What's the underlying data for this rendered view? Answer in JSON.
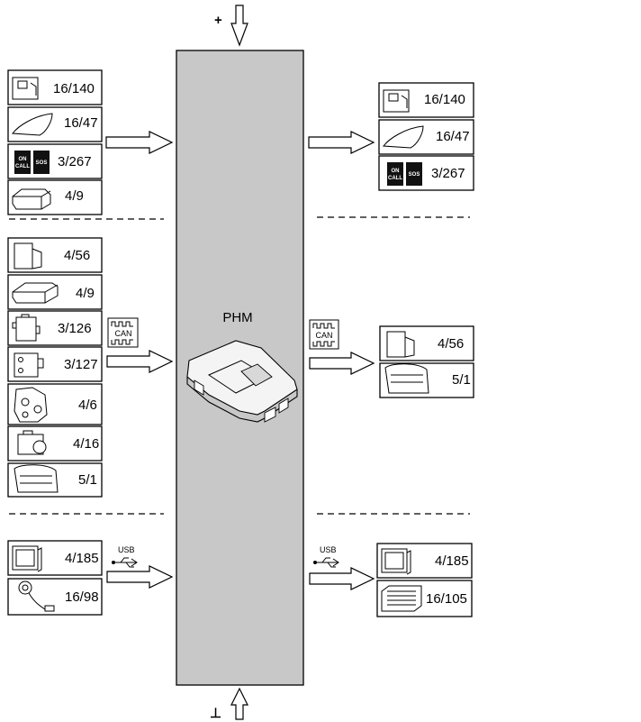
{
  "module_label": "PHM",
  "supply_plus": "+",
  "supply_ground": "⊥",
  "protocols": {
    "can": "CAN",
    "usb": "USB"
  },
  "left_groups": {
    "top": [
      "16/140",
      "16/47",
      "3/267",
      "4/9"
    ],
    "can": [
      "4/56",
      "4/9",
      "3/126",
      "3/127",
      "4/6",
      "4/16",
      "5/1"
    ],
    "usb": [
      "4/185",
      "16/98"
    ]
  },
  "right_groups": {
    "top": [
      "16/140",
      "16/47",
      "3/267"
    ],
    "can": [
      "4/56",
      "5/1"
    ],
    "usb": [
      "4/185",
      "16/105"
    ]
  },
  "sos_button": {
    "on_call": "ON CALL",
    "sos": "SOS"
  },
  "colors": {
    "module_fill": "#c8c8c8",
    "outline": "#000000"
  }
}
